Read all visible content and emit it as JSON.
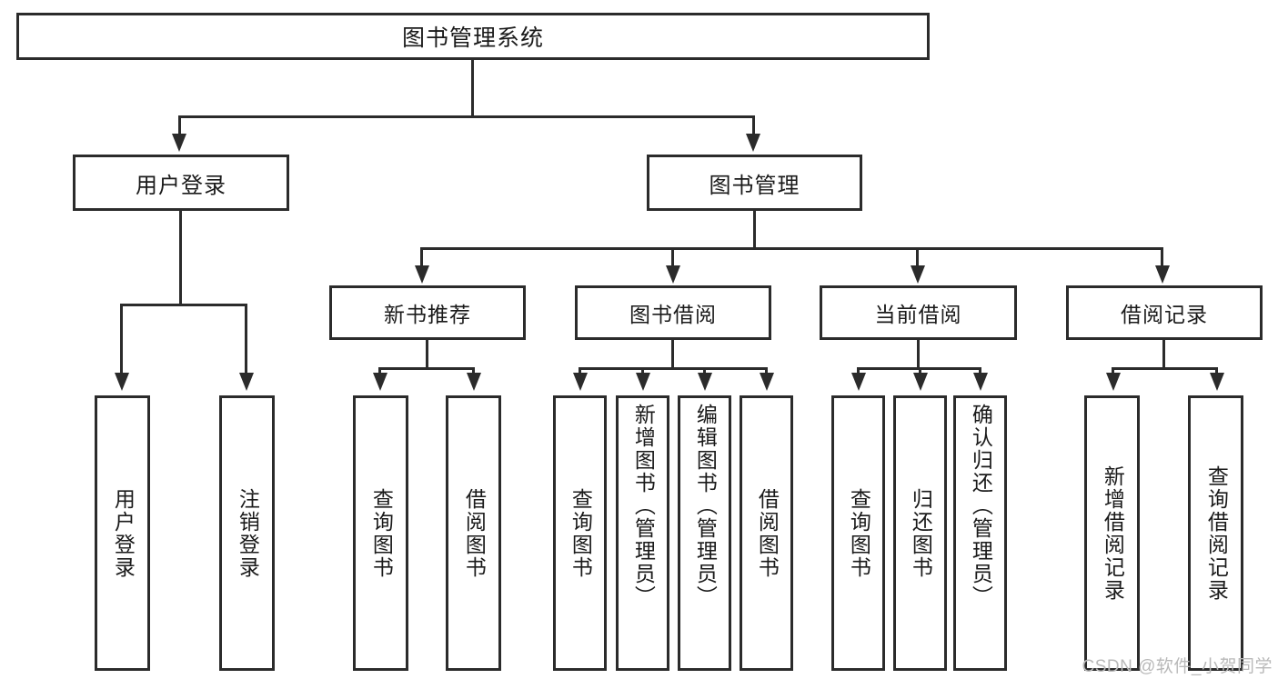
{
  "diagram": {
    "type": "tree-hierarchy-chart",
    "title": "图书管理系统",
    "watermark": "CSDN @软件_小贺同学",
    "colors": {
      "stroke": "#2b2b2b",
      "fill": "#ffffff",
      "text": "#1a1a1a",
      "watermark": "#b9b9b9"
    },
    "root": {
      "label": "图书管理系统"
    },
    "level2": [
      {
        "label": "用户登录"
      },
      {
        "label": "图书管理"
      }
    ],
    "level3": [
      {
        "label": "新书推荐"
      },
      {
        "label": "图书借阅"
      },
      {
        "label": "当前借阅"
      },
      {
        "label": "借阅记录"
      }
    ],
    "leaves": {
      "user_login": [
        {
          "label": "用户登录"
        },
        {
          "label": "注销登录"
        }
      ],
      "new_book_recommend": [
        {
          "label": "查询图书"
        },
        {
          "label": "借阅图书"
        }
      ],
      "book_borrow": [
        {
          "label": "查询图书"
        },
        {
          "label": "新增图书（管理员）"
        },
        {
          "label": "编辑图书（管理员）"
        },
        {
          "label": "借阅图书"
        }
      ],
      "current_borrow": [
        {
          "label": "查询图书"
        },
        {
          "label": "归还图书"
        },
        {
          "label": "确认归还（管理员）"
        }
      ],
      "borrow_record": [
        {
          "label": "新增借阅记录"
        },
        {
          "label": "查询借阅记录"
        }
      ]
    }
  }
}
